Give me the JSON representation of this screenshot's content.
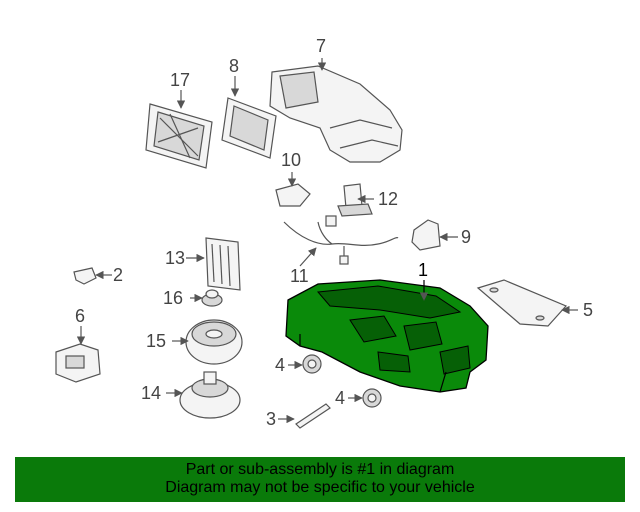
{
  "callouts": {
    "c1": "1",
    "c2": "2",
    "c3": "3",
    "c4a": "4",
    "c4b": "4",
    "c5": "5",
    "c6": "6",
    "c7": "7",
    "c8": "8",
    "c9": "9",
    "c10": "10",
    "c11": "11",
    "c12": "12",
    "c13": "13",
    "c14": "14",
    "c15": "15",
    "c16": "16",
    "c17": "17"
  },
  "banner": {
    "line1": "Part or sub-assembly is #1 in diagram",
    "line2": "Diagram may not be specific to your vehicle"
  },
  "colors": {
    "highlight": "#0a8a0a",
    "banner": "#0a7a0a"
  }
}
